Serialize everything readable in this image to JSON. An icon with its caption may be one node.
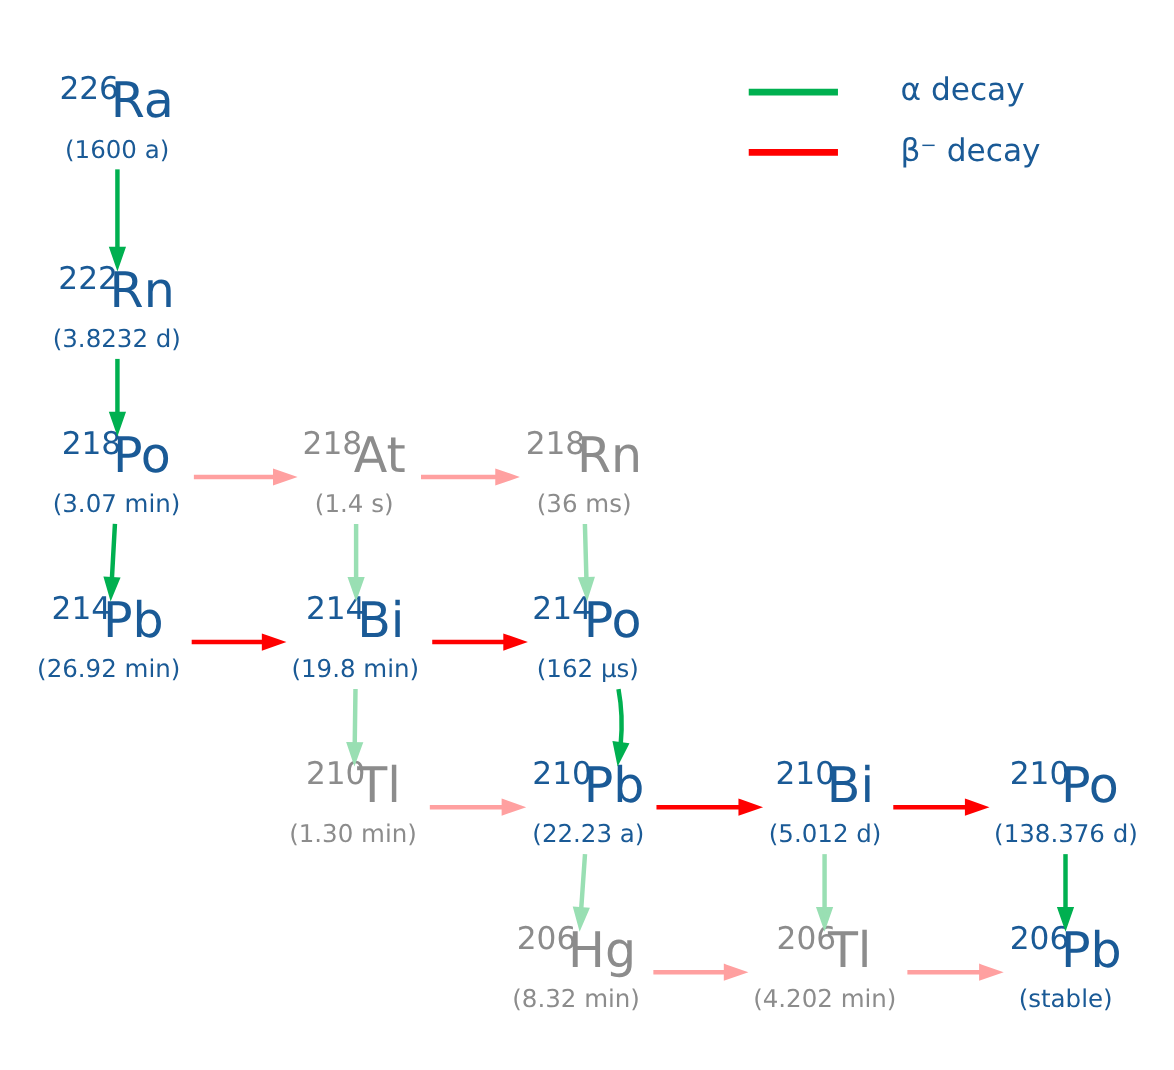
{
  "diagram": {
    "nodes": [
      {
        "text": [
          "$^{226}$Ra",
          "(1600 a)"
        ]
      },
      {
        "text": [
          "$^{222}$Rn",
          "(3.8232 d)"
        ]
      },
      {
        "text": [
          "$^{218}$Po",
          "(3.07 min)"
        ]
      },
      {
        "text": [
          "$^{218}$At",
          "(1.4 s)"
        ]
      },
      {
        "text": [
          "$^{218}$Rn",
          "(36 ms)"
        ]
      },
      {
        "text": [
          "$^{214}$Pb",
          "(26.92 min)"
        ]
      },
      {
        "text": [
          "$^{214}$Bi",
          "(19.8 min)"
        ]
      },
      {
        "text": [
          "$^{214}$Po",
          "(162 μs)"
        ]
      },
      {
        "text": [
          "$^{210}$Tl",
          "(1.30 min)"
        ]
      },
      {
        "text": [
          "$^{210}$Pb",
          "(22.23 a)"
        ]
      },
      {
        "text": [
          "$^{210}$Bi",
          "(5.012 d)"
        ]
      },
      {
        "text": [
          "$^{210}$Po",
          "(138.376 d)"
        ]
      },
      {
        "text": [
          "$^{206}$Hg",
          "(8.32 min)"
        ]
      },
      {
        "text": [
          "$^{206}$Tl",
          "(4.202 min)"
        ]
      },
      {
        "text": [
          "$^{206}$Pb",
          "(stable)"
        ]
      }
    ],
    "edges": [
      {
        "from": 0,
        "to": 1,
        "arrow": "to",
        "color": "#00b050"
      },
      {
        "from": 1,
        "to": 2,
        "arrow": "to",
        "color": "#00b050"
      },
      {
        "from": 2,
        "to": 3,
        "arrow": "to",
        "color": "#ffa0a0"
      },
      {
        "from": 3,
        "to": 4,
        "arrow": "to",
        "color": "#ffa0a0"
      },
      {
        "from": 2,
        "to": 5,
        "arrow": "to",
        "color": "#00b050"
      },
      {
        "from": 3,
        "to": 6,
        "arrow": "to",
        "color": "#99dfb3"
      },
      {
        "from": 4,
        "to": 7,
        "arrow": "to",
        "color": "#99dfb3"
      },
      {
        "from": 5,
        "to": 6,
        "arrow": "to",
        "color": "#ff0000"
      },
      {
        "from": 6,
        "to": 7,
        "arrow": "to",
        "color": "#ff0000"
      },
      {
        "from": 6,
        "to": 8,
        "arrow": "to",
        "color": "#99dfb3"
      },
      {
        "from": 8,
        "to": 9,
        "arrow": "to",
        "color": "#ffa0a0"
      },
      {
        "from": 7,
        "to": 9,
        "arrow": "to",
        "color": "#00b050"
      },
      {
        "from": 9,
        "to": 10,
        "arrow": "to",
        "color": "#ff0000"
      },
      {
        "from": 10,
        "to": 11,
        "arrow": "to",
        "color": "#ff0000"
      },
      {
        "from": 9,
        "to": 12,
        "arrow": "to",
        "color": "#99dfb3"
      },
      {
        "from": 10,
        "to": 13,
        "arrow": "to",
        "color": "#99dfb3"
      },
      {
        "from": 11,
        "to": 14,
        "arrow": "to",
        "color": "#00b050"
      },
      {
        "from": 12,
        "to": 13,
        "arrow": "to",
        "color": "#ffa0a0"
      },
      {
        "from": 13,
        "to": 14,
        "arrow": "to",
        "color": "#ffa0a0"
      }
    ],
    "legend": [
      {
        "text": "α decay"
      },
      {
        "text": "β⁻ decay"
      }
    ]
  }
}
